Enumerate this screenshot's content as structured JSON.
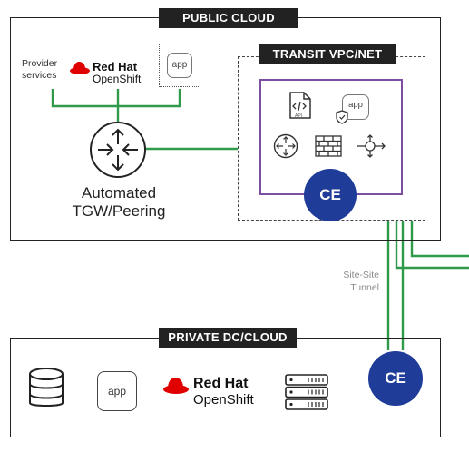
{
  "public_cloud": {
    "title": "PUBLIC CLOUD"
  },
  "transit": {
    "title": "TRANSIT VPC/NET"
  },
  "private_dc": {
    "title": "PRIVATE DC/CLOUD"
  },
  "provider_services": {
    "line1": "Provider",
    "line2": "services"
  },
  "redhat": {
    "brand": "Red Hat",
    "product": "OpenShift"
  },
  "app_label": "app",
  "api_label": "API",
  "tgw": {
    "line1": "Automated",
    "line2": "TGW/Peering"
  },
  "ce_label": "CE",
  "tunnel": {
    "line1": "Site-Site",
    "line2": "Tunnel"
  },
  "colors": {
    "green": "#2e9a4a",
    "purple": "#7a4ea0",
    "ce_blue": "#1f3c99",
    "redhat_red": "#e00000",
    "dark": "#222222"
  }
}
